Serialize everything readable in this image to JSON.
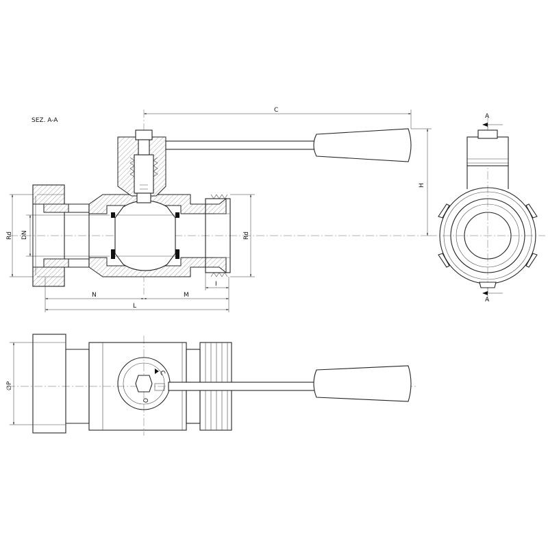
{
  "section_title": "SEZ. A-A",
  "section_marker": "A",
  "dimensions": {
    "C": "C",
    "H": "H",
    "Rd": "Rd",
    "DN": "DN",
    "N": "N",
    "M": "M",
    "L": "L",
    "I": "I",
    "P": "∅P"
  },
  "positions": {
    "closed": "C",
    "open": "O"
  }
}
